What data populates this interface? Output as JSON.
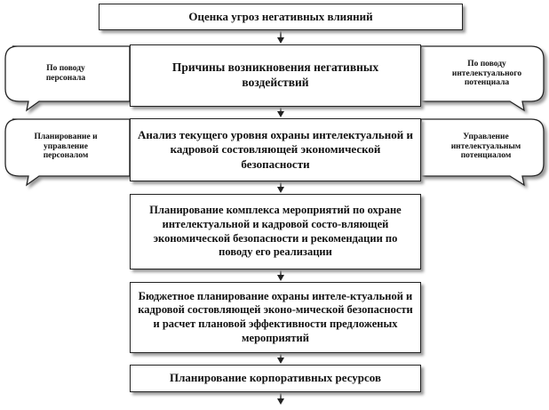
{
  "steps": [
    {
      "text": "Оценка угроз  негативных влияний"
    },
    {
      "text": "Причины возникновения негативных воздействий"
    },
    {
      "text": "Анализ текущего  уровня охраны интелектуальной и кадровой состовляющей экономической безопасности"
    },
    {
      "text": "Планирование комплекса мероприятий по охране интелектуальной и кадровой состо-вляющей экономической безопасности и рекомендации по поводу его реализации"
    },
    {
      "text": "Бюджетное планирование охраны интеле-ктуальной и кадровой состовляющей эконо-мической безопасности и расчет плановой эффективности  предложеных мероприятий"
    },
    {
      "text": "Планирование корпоративных ресурсов"
    }
  ],
  "callouts": {
    "left_1": "По поводу персонала",
    "right_1": "По поводу интелектуального потенциала",
    "left_2": "Планирование и управление персоналом",
    "right_2": "Управление интелектуальным потенциалом"
  },
  "colors": {
    "line": "#222222",
    "shadow": "#9a9a9a"
  }
}
